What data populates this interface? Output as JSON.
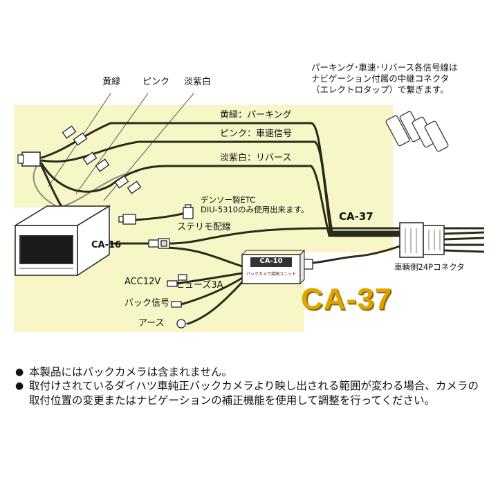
{
  "top_labels": {
    "yellow_green": "黄緑",
    "pink": "ピンク",
    "light_purple_white": "淡紫白"
  },
  "wire_labels": {
    "parking": "黄緑：パーキング",
    "speed": "ピンク：車速信号",
    "reverse": "淡紫白：リバース"
  },
  "note_lines": [
    "パーキング･車速･リバース各信号線は",
    "ナビゲーション付属の中継コネクタ",
    "（エレクトロタップ）で繋ぎます。"
  ],
  "etc_lines": [
    "デンソー製ETC",
    "DIU-5310のみ使用出来ます。"
  ],
  "stereo_wiring": "ステリモ配線",
  "ca37_small": "CA-37",
  "ca16": "CA-16",
  "ca10": {
    "label": "CA-10",
    "sub": "バックカメラ接続ユニット"
  },
  "vehicle_connector": "車輌側24Pコネクタ",
  "acc": "ACC12V",
  "fuse": "ヒューズ3A",
  "back_signal": "バック信号",
  "earth": "アース",
  "title": "CA-37",
  "bullets": [
    "本製品にはバックカメラは含まれません。",
    "取付けされているダイハツ車純正バックカメラより映し出される範囲が変わる場合、カメラの取付位置の変更またはナビゲーションの補正機能を使用して調整を行ってください。"
  ],
  "bullet_symbol": "●",
  "colors": {
    "panel": "#f6f6c6",
    "wire": "#2a2a1a",
    "title": "#e0a400"
  }
}
